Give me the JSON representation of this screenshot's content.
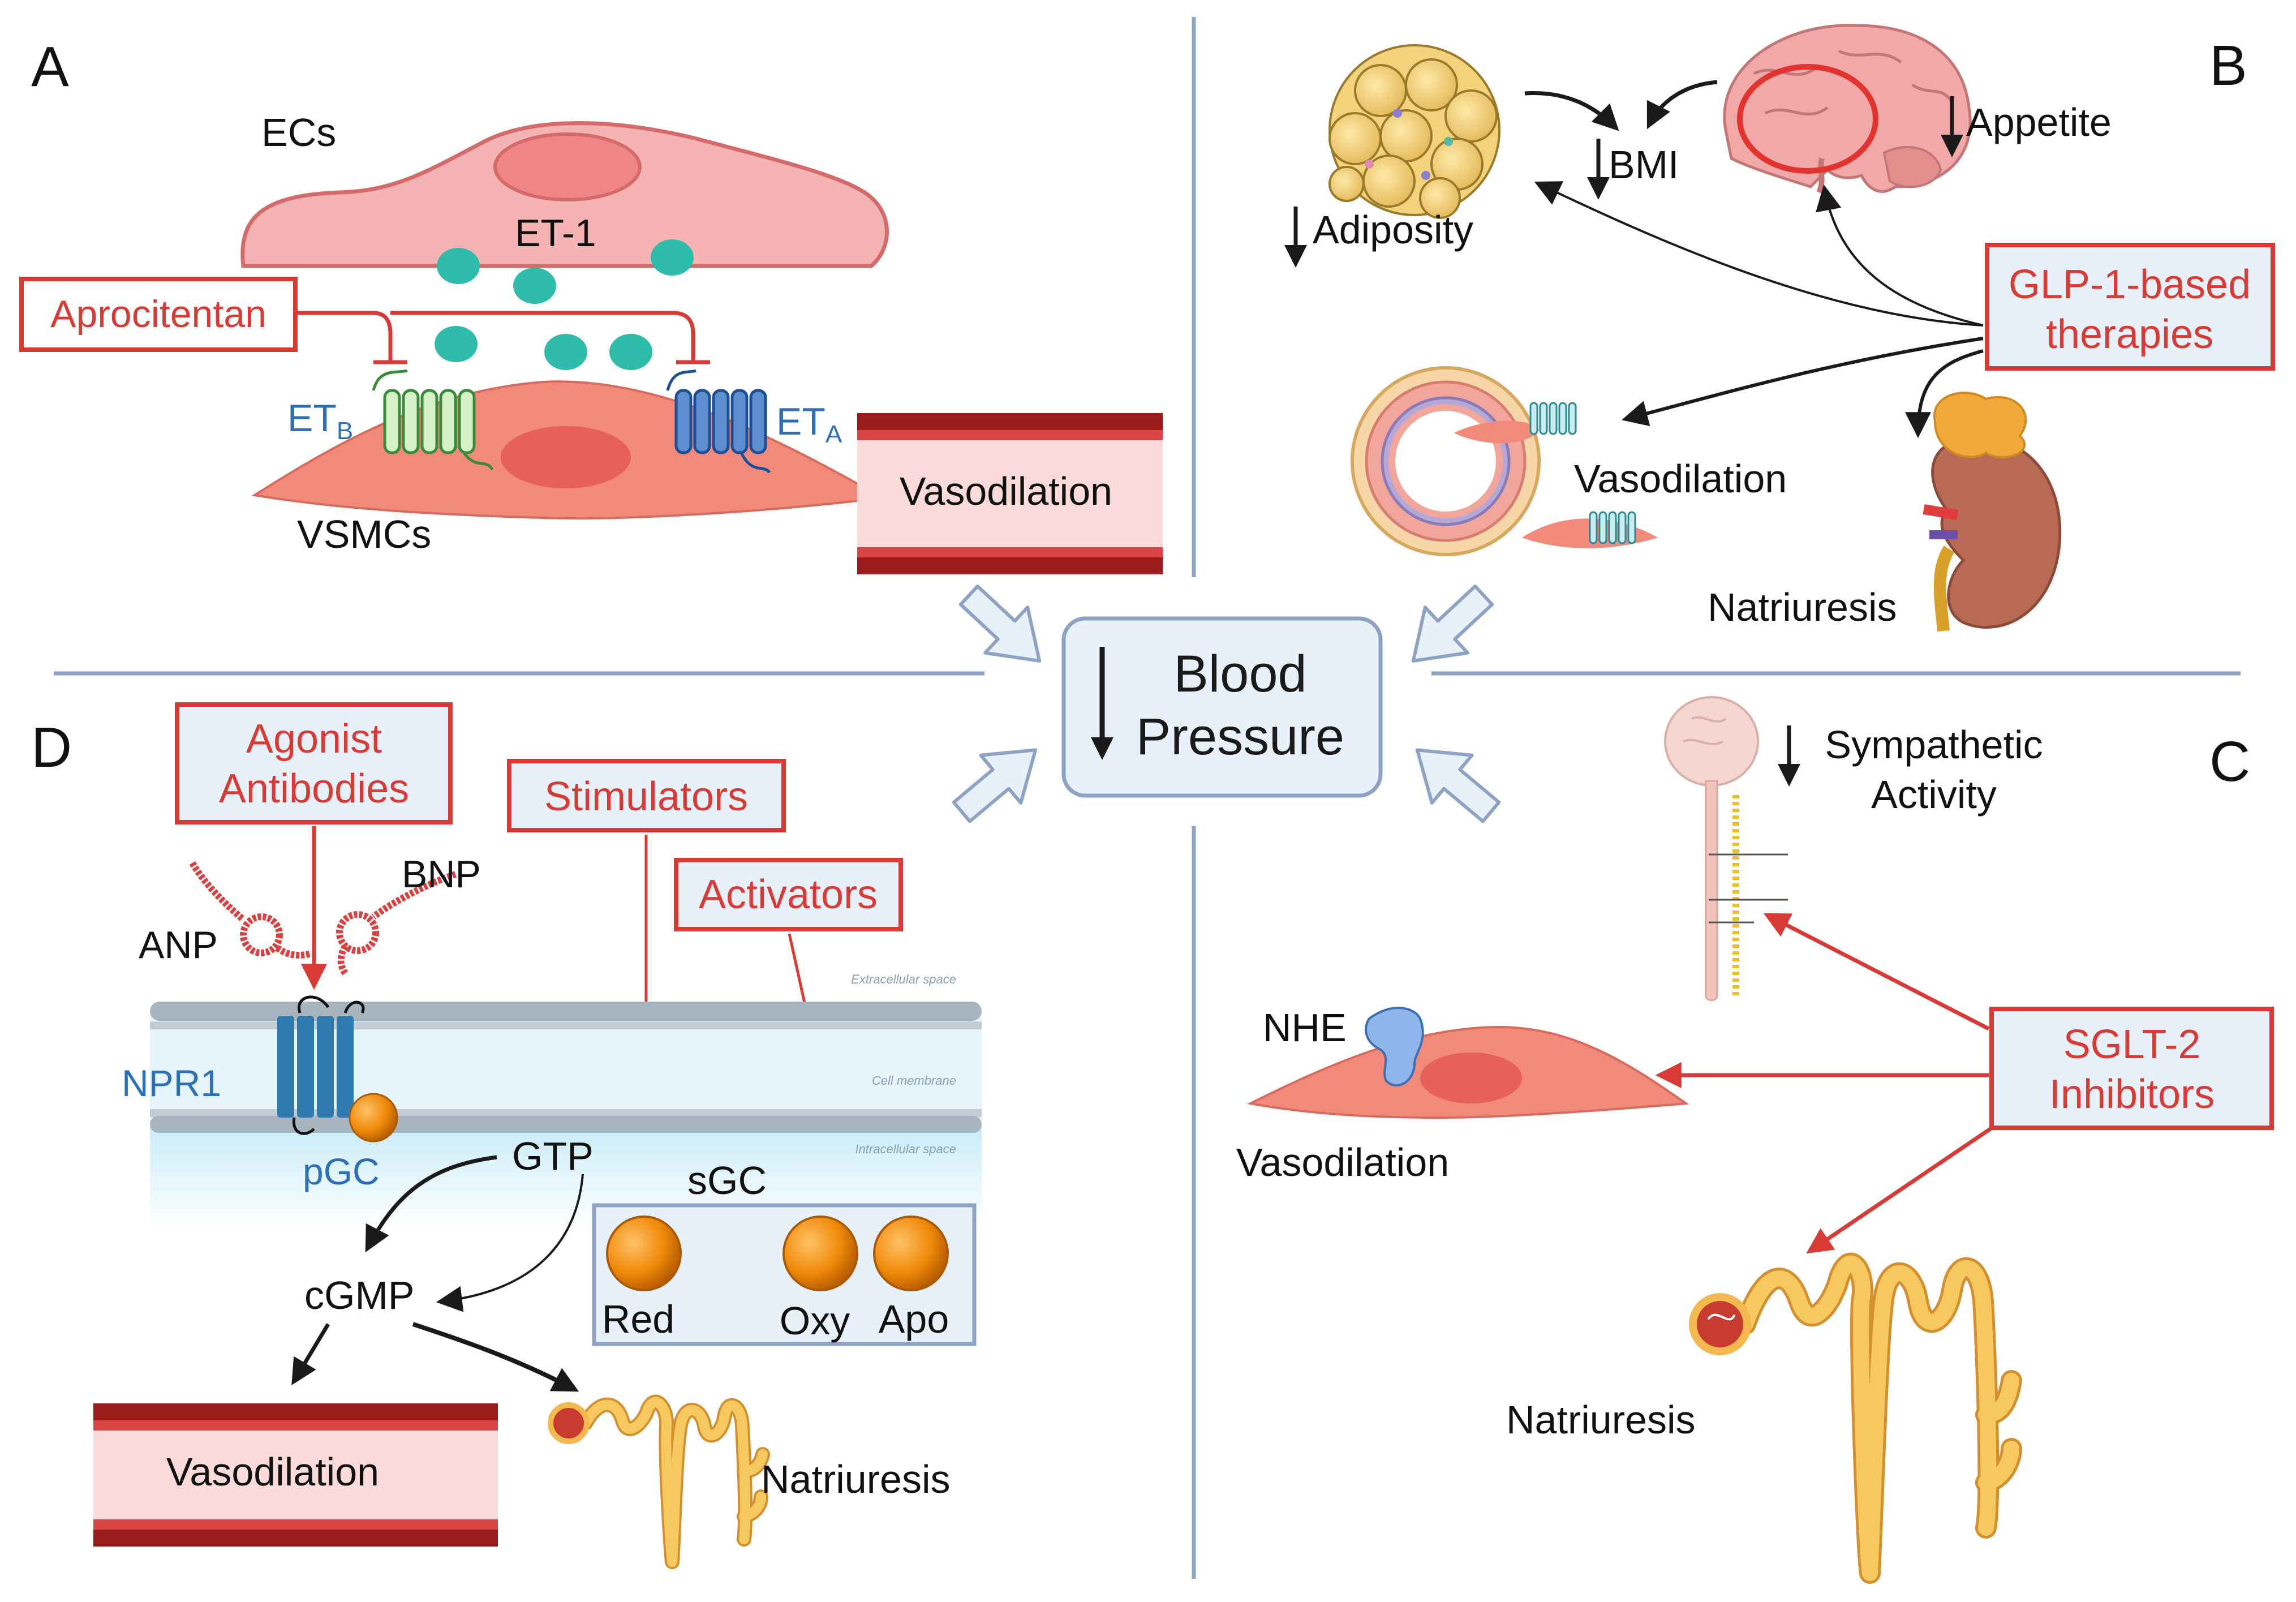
{
  "panels": {
    "a": {
      "letter": "A",
      "ecs": "ECs",
      "et1": "ET-1",
      "drug": "Aprocitentan",
      "etb_main": "ET",
      "etb_sub": "B",
      "eta_main": "ET",
      "eta_sub": "A",
      "vsmcs": "VSMCs",
      "vasodilation": "Vasodilation"
    },
    "b": {
      "letter": "B",
      "bmi": "BMI",
      "appetite": "Appetite",
      "adiposity": "Adiposity",
      "drug_line1": "GLP-1-based",
      "drug_line2": "therapies",
      "vasodilation": "Vasodilation",
      "natriuresis": "Natriuresis"
    },
    "c": {
      "letter": "C",
      "sympathetic_line1": "Sympathetic",
      "sympathetic_line2": "Activity",
      "nhe": "NHE",
      "drug_line1": "SGLT-2",
      "drug_line2": "Inhibitors",
      "vasodilation": "Vasodilation",
      "natriuresis": "Natriuresis"
    },
    "d": {
      "letter": "D",
      "agonist_line1": "Agonist",
      "agonist_line2": "Antibodies",
      "stimulators": "Stimulators",
      "activators": "Activators",
      "bnp": "BNP",
      "anp": "ANP",
      "extracellular": "Extracellular space",
      "cell_membrane": "Cell membrane",
      "intracellular": "Intracellular space",
      "npr1": "NPR1",
      "pgc": "pGC",
      "gtp": "GTP",
      "sgc": "sGC",
      "cgmp": "cGMP",
      "red": "Red",
      "oxy": "Oxy",
      "apo": "Apo",
      "vasodilation": "Vasodilation",
      "natriuresis": "Natriuresis"
    }
  },
  "center": {
    "line1": "Blood",
    "line2": "Pressure"
  },
  "colors": {
    "drug_red": "#d83a36",
    "receptor_blue": "#2f6fb5",
    "teal": "#2fbcaa",
    "divider": "#8ea2c4",
    "arrow_fill": "#e8f0fa",
    "vessel_dark": "#9b1b1b",
    "vessel_light": "#fbdada",
    "cell_pink": "#f6b3b3",
    "heme_orange": "#f08a0a",
    "tubule_orange": "#f3b94e"
  }
}
